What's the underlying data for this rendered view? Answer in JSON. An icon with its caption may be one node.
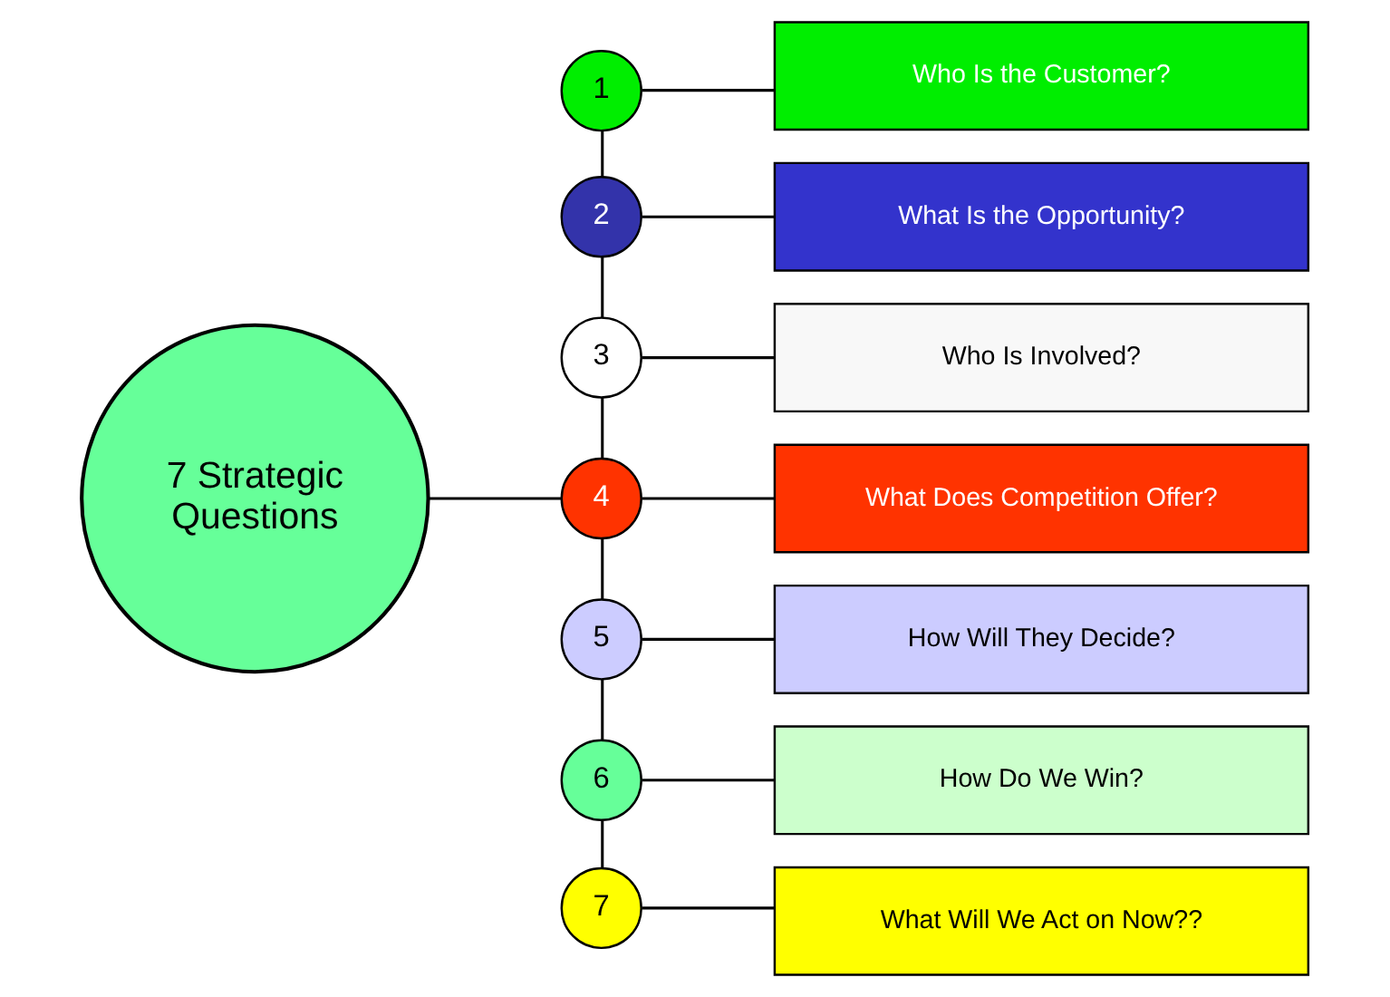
{
  "diagram": {
    "nodes": [
      {
        "text": [
          "7 Strategic Questions"
        ]
      },
      {
        "text": [
          "1"
        ]
      },
      {
        "text": [
          "Who Is the Customer?"
        ]
      },
      {
        "text": [
          "2"
        ]
      },
      {
        "text": [
          "What Is the Opportunity?"
        ]
      },
      {
        "text": [
          "3"
        ]
      },
      {
        "text": [
          "Who Is Involved?"
        ]
      },
      {
        "text": [
          "4"
        ]
      },
      {
        "text": [
          "What Does Competition Offer?"
        ]
      },
      {
        "text": [
          "5"
        ]
      },
      {
        "text": [
          "How Will They Decide?"
        ]
      },
      {
        "text": [
          "6"
        ]
      },
      {
        "text": [
          "How Do We Win?"
        ]
      },
      {
        "text": [
          "7"
        ]
      },
      {
        "text": [
          "What Will We Act on Now??"
        ]
      }
    ],
    "edges": [
      {
        "from": 0,
        "to": 7,
        "arrow": "none"
      },
      {
        "from": 1,
        "to": 3,
        "arrow": "none"
      },
      {
        "from": 3,
        "to": 5,
        "arrow": "none"
      },
      {
        "from": 5,
        "to": 7,
        "arrow": "none"
      },
      {
        "from": 7,
        "to": 9,
        "arrow": "none"
      },
      {
        "from": 9,
        "to": 11,
        "arrow": "none"
      },
      {
        "from": 11,
        "to": 13,
        "arrow": "none"
      },
      {
        "from": 1,
        "to": 2,
        "arrow": "none"
      },
      {
        "from": 3,
        "to": 4,
        "arrow": "none"
      },
      {
        "from": 5,
        "to": 6,
        "arrow": "none"
      },
      {
        "from": 7,
        "to": 8,
        "arrow": "none"
      },
      {
        "from": 9,
        "to": 10,
        "arrow": "none"
      },
      {
        "from": 11,
        "to": 12,
        "arrow": "none"
      },
      {
        "from": 13,
        "to": 14,
        "arrow": "none"
      }
    ]
  }
}
